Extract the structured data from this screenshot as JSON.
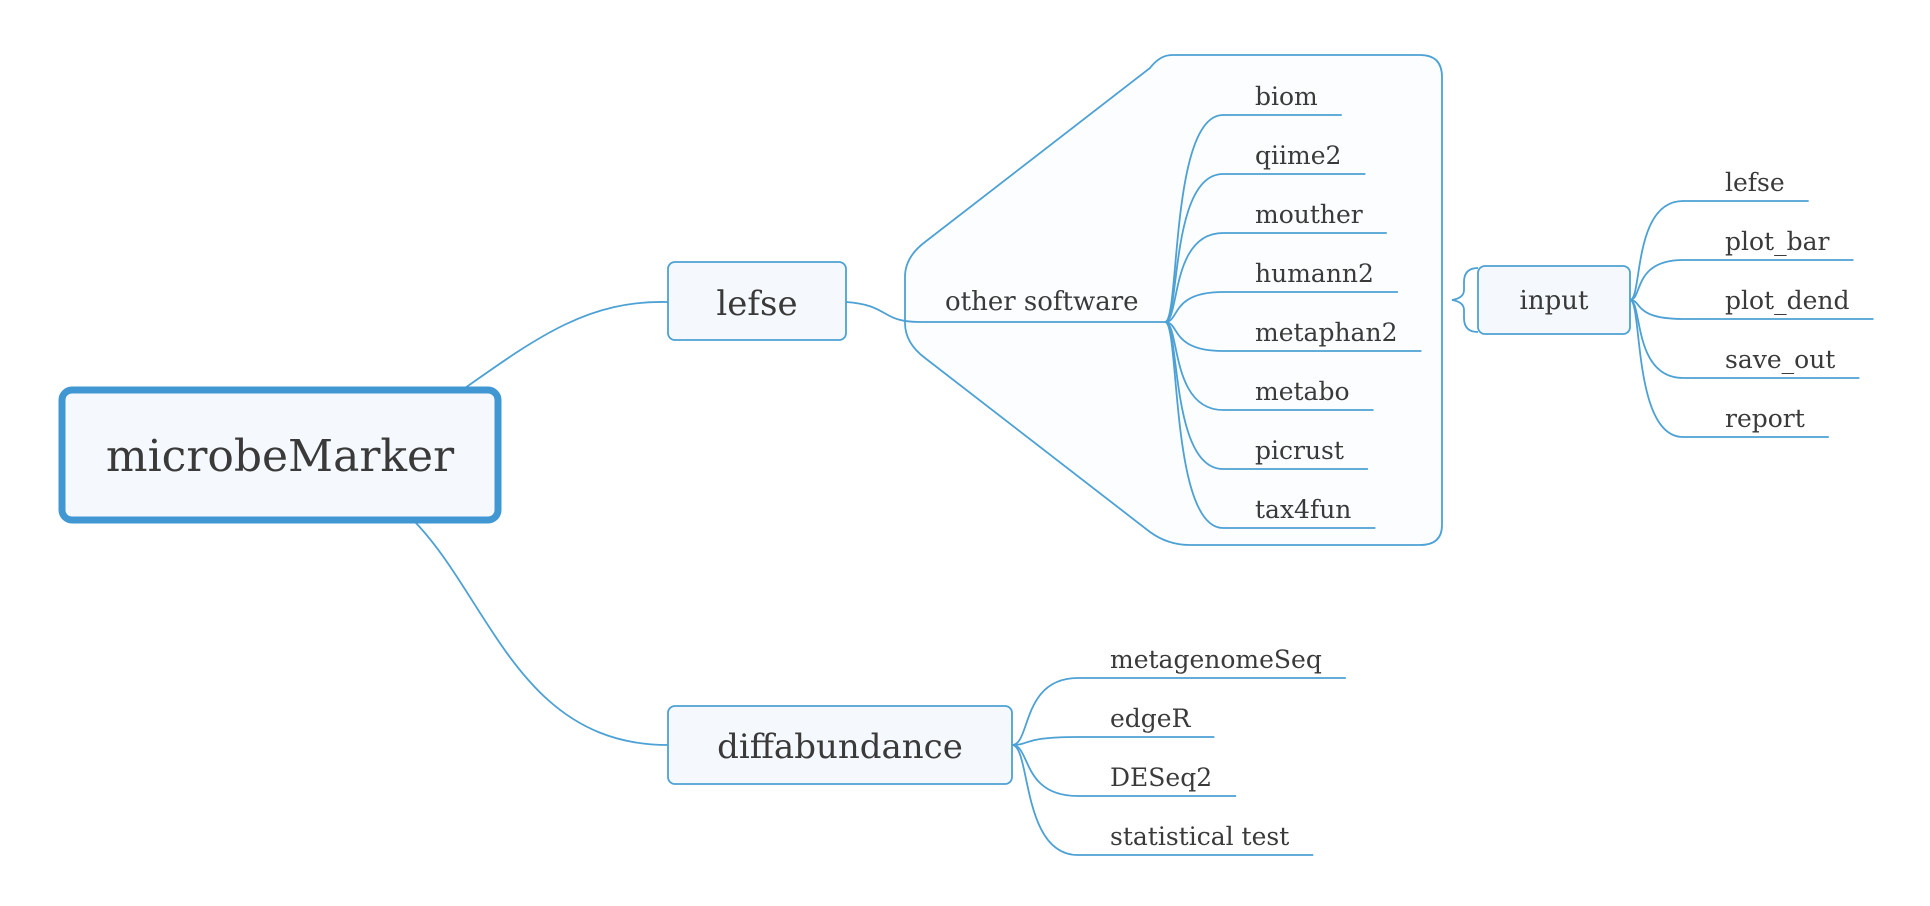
{
  "root": {
    "label": "microbeMarker"
  },
  "branches": {
    "lefse": {
      "label": "lefse",
      "other_software": {
        "label": "other software",
        "items": [
          "biom",
          "qiime2",
          "mouther",
          "humann2",
          "metaphan2",
          "metabo",
          "picrust",
          "tax4fun"
        ]
      },
      "input": {
        "label": "input",
        "items": [
          "lefse",
          "plot_bar",
          "plot_dend",
          "save_out",
          "report"
        ]
      }
    },
    "diffabundance": {
      "label": "diffabundance",
      "items": [
        "metagenomeSeq",
        "edgeR",
        "DESeq2",
        "statistical test"
      ]
    }
  },
  "colors": {
    "line": "#4da1d4",
    "root_border": "#4197d2",
    "box_fill": "#f5f9fd",
    "text": "#3a3a3a"
  }
}
